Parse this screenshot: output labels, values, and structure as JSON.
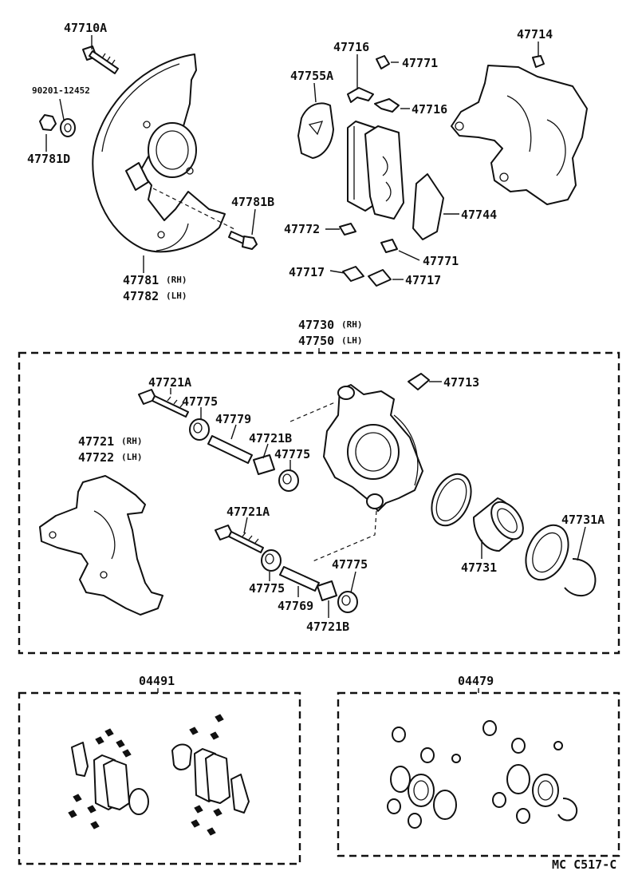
{
  "labels": {
    "p47710A": "47710A",
    "p90201": "90201-12452",
    "p47781D": "47781D",
    "p47781B": "47781B",
    "p47781": "47781",
    "p47782": "47782",
    "rh": "(RH)",
    "lh": "(LH)",
    "p47716": "47716",
    "p47771": "47771",
    "p47755A": "47755A",
    "p47772": "47772",
    "p47744": "47744",
    "p47717": "47717",
    "p47714": "47714",
    "p47730": "47730",
    "p47750": "47750",
    "p47713": "47713",
    "p47721A": "47721A",
    "p47775": "47775",
    "p47779": "47779",
    "p47721B": "47721B",
    "p47721": "47721",
    "p47722": "47722",
    "p47731A": "47731A",
    "p47731": "47731",
    "p47769": "47769",
    "p04491": "04491",
    "p04479": "04479",
    "code": "MC  C517-C"
  }
}
